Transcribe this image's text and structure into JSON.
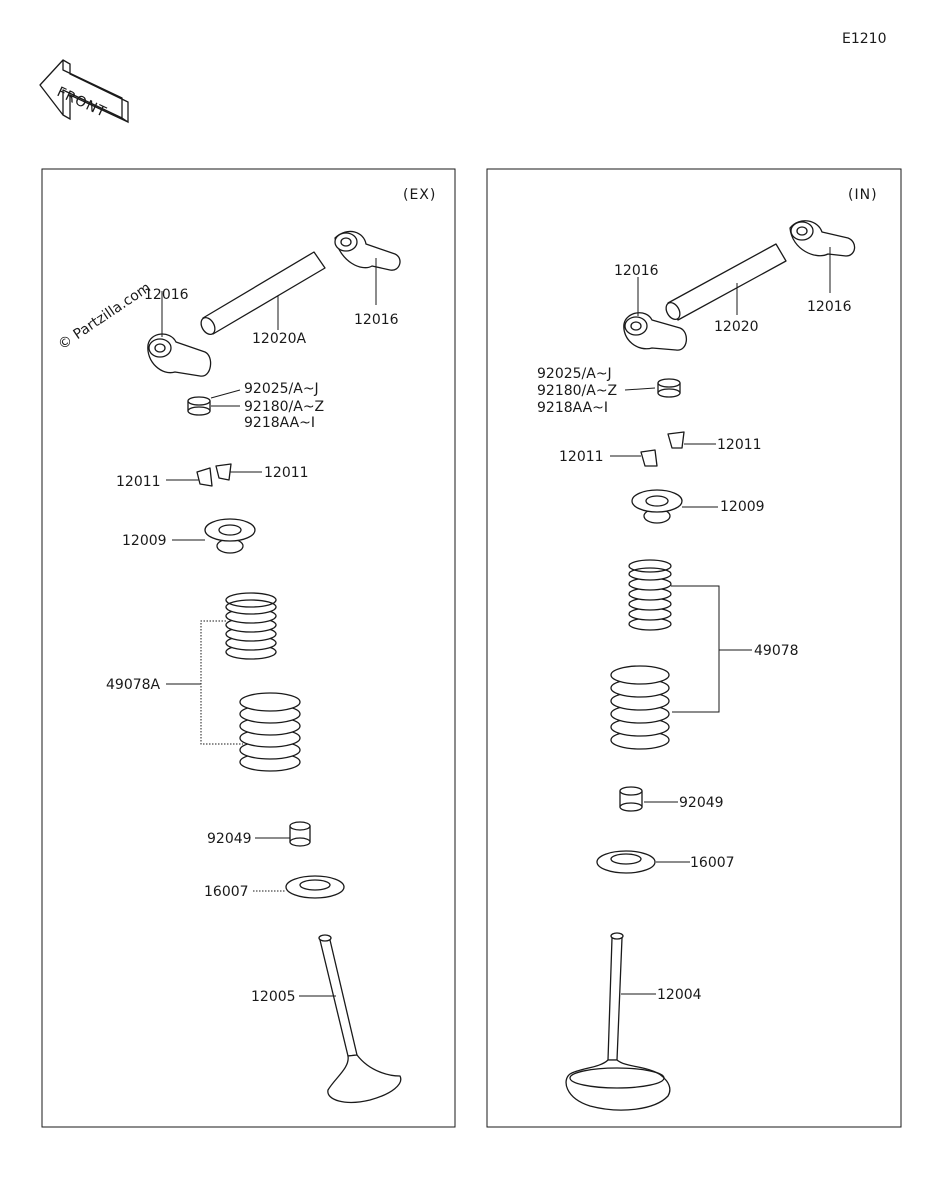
{
  "page_code": "E1210",
  "front_label": "FRONT",
  "watermark": "© Partzilla.com",
  "panels": {
    "ex": {
      "title": "(EX)",
      "labels": {
        "arm_left": "12016",
        "shaft": "12020A",
        "arm_right": "12016",
        "shim_1": "92025/A~J",
        "shim_2": "92180/A~Z",
        "shim_3": "9218AA~I",
        "cotter_left": "12011",
        "cotter_right": "12011",
        "retainer": "12009",
        "springs": "49078A",
        "seal": "92049",
        "seat": "16007",
        "valve": "12005"
      }
    },
    "in": {
      "title": "(IN)",
      "labels": {
        "arm_left": "12016",
        "shaft": "12020",
        "arm_right": "12016",
        "shim_1": "92025/A~J",
        "shim_2": "92180/A~Z",
        "shim_3": "9218AA~I",
        "cotter_left": "12011",
        "cotter_right": "12011",
        "retainer": "12009",
        "springs": "49078",
        "seal": "92049",
        "seat": "16007",
        "valve": "12004"
      }
    }
  }
}
